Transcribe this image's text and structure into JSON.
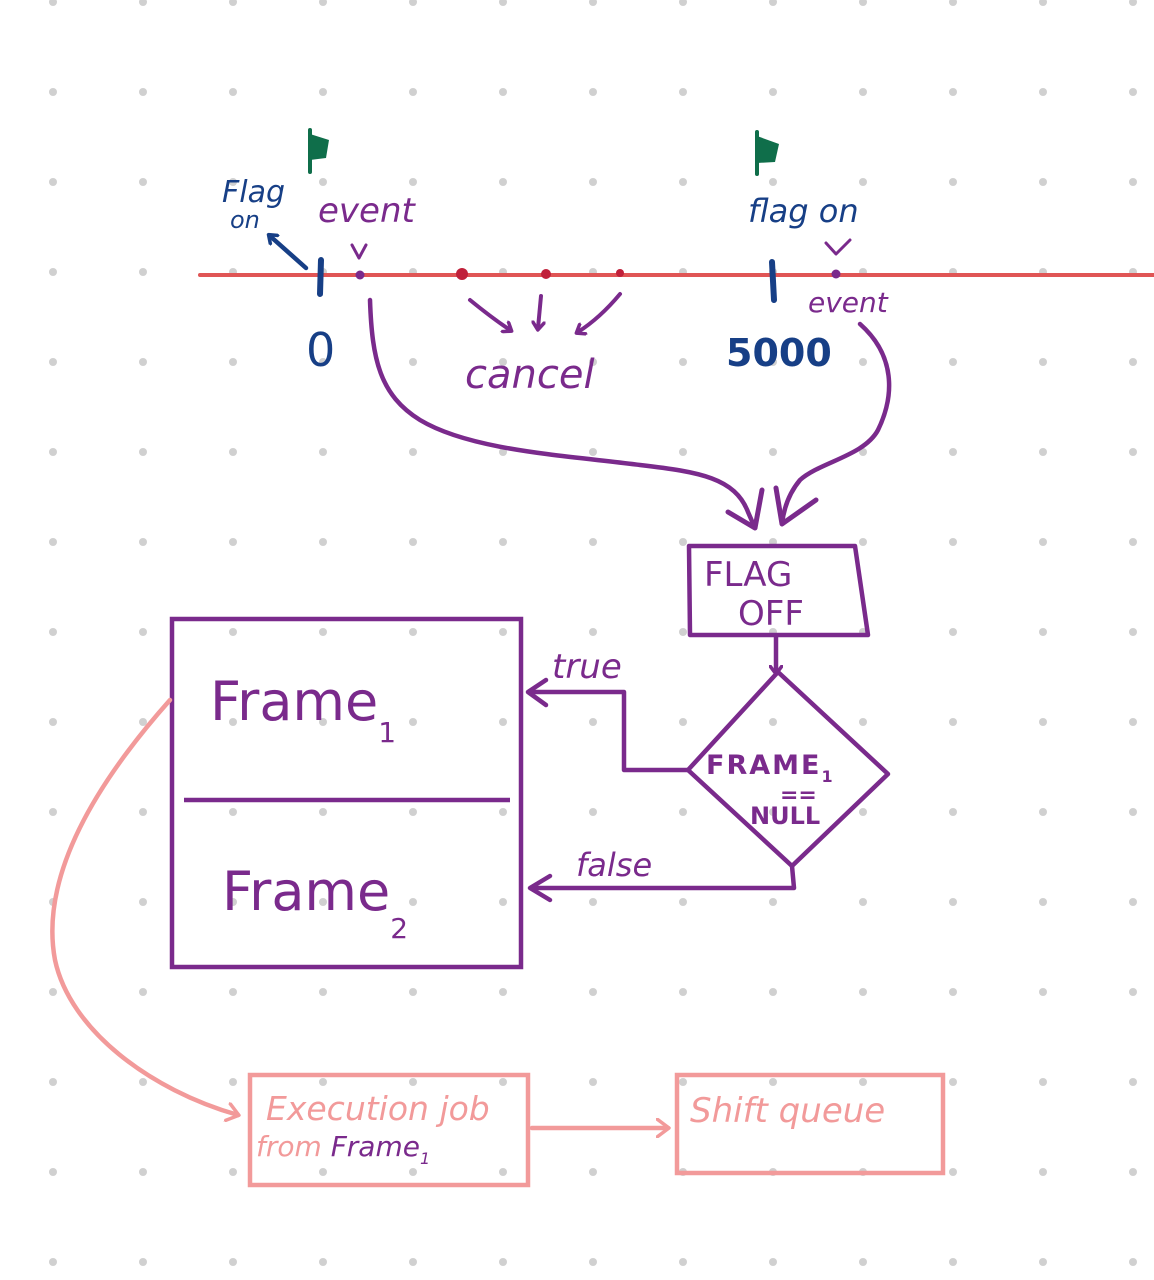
{
  "colors": {
    "purple": "#7a2a8c",
    "blue": "#173f86",
    "green": "#0f6e4a",
    "red_line": "#e05555",
    "pink": "#f29a9a",
    "dot": "#d0d0d0"
  },
  "timeline": {
    "start_label": "0",
    "end_label": "5000",
    "flag_on_left": "Flag on",
    "event_left": "event",
    "flag_on_right": "flag on",
    "event_right": "event",
    "cancel_label": "cancel"
  },
  "flowchart": {
    "flag_box_line1": "FLAG",
    "flag_box_line2": "OFF",
    "decision_line1": "FRAME",
    "decision_sub": "1",
    "decision_line2": "==",
    "decision_line3": "NULL",
    "true_label": "true",
    "false_label": "false"
  },
  "frames": {
    "frame1": "Frame",
    "frame1_sub": "1",
    "frame2": "Frame",
    "frame2_sub": "2"
  },
  "execution": {
    "line1": "Execution job",
    "line2_a": "from",
    "line2_b": "Frame",
    "line2_sub": "1",
    "queue": "Shift queue"
  }
}
